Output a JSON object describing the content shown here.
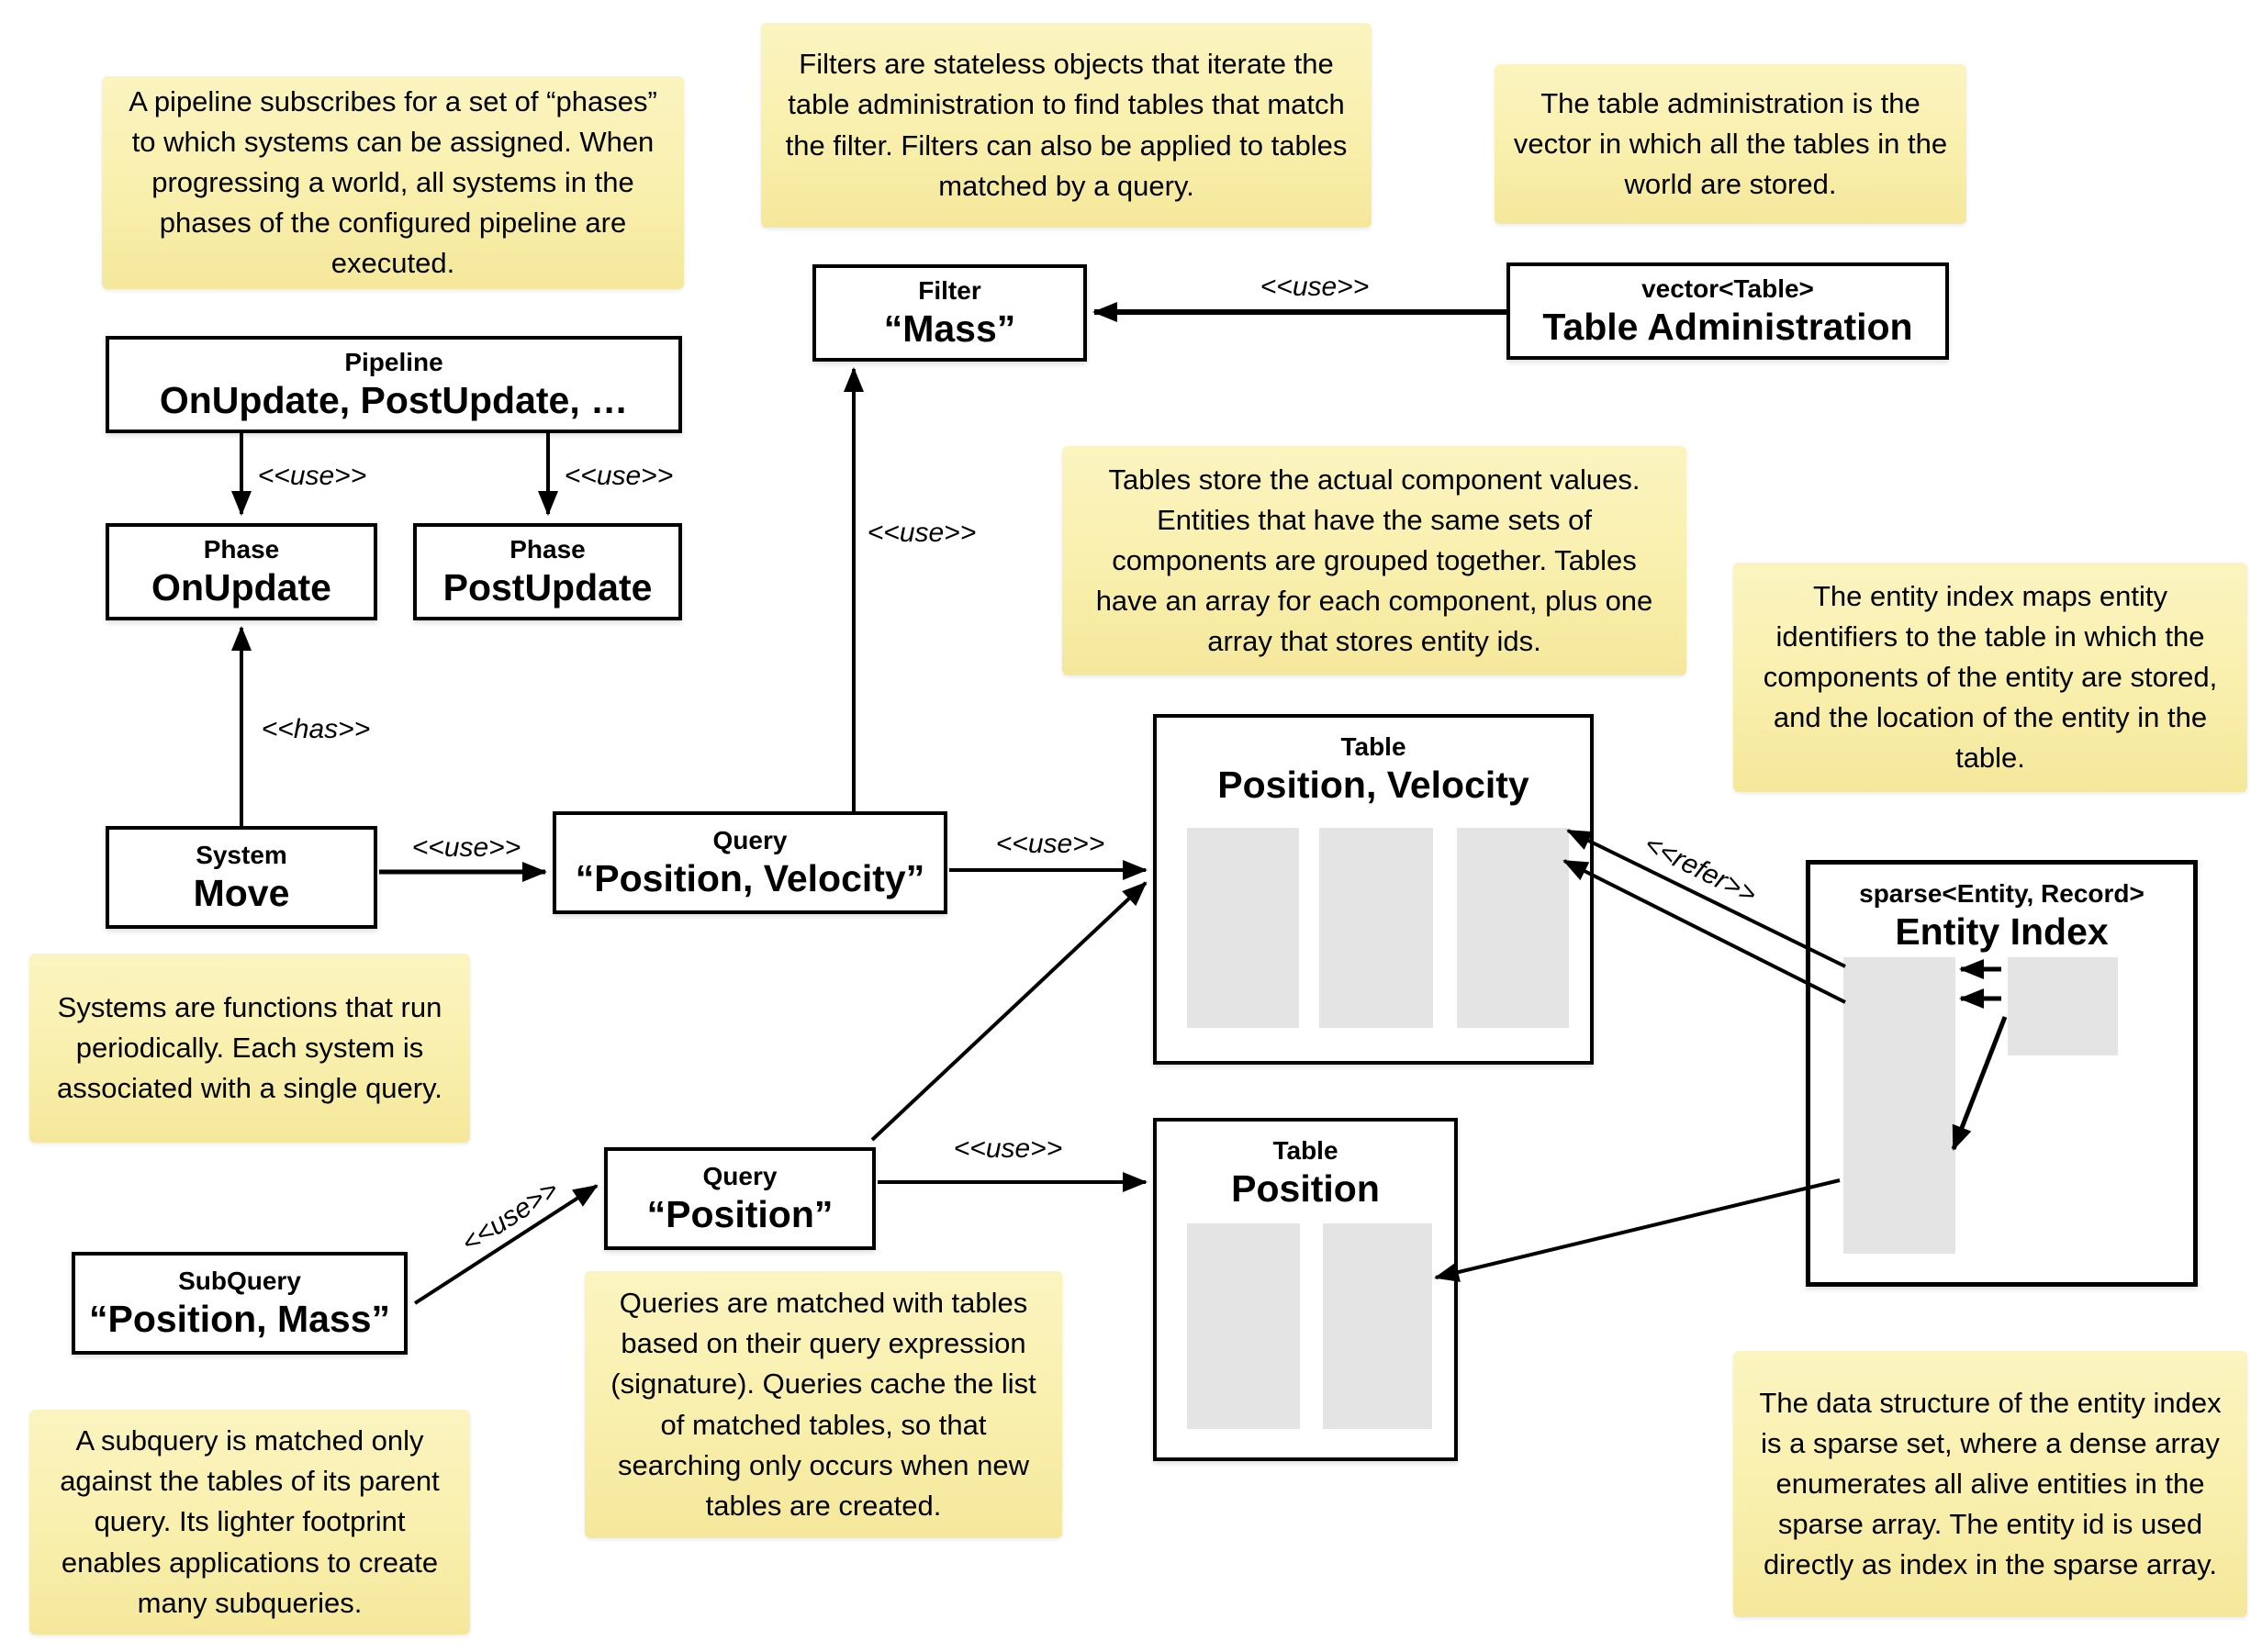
{
  "notes": {
    "pipeline": "A pipeline subscribes for a set of “phases” to which systems can be assigned. When progressing a world, all systems in the phases of the configured pipeline are executed.",
    "filters": "Filters are stateless objects that iterate the table administration to find tables that match the filter. Filters can also be applied to tables matched by a query.",
    "table_admin": "The table administration is the vector in which all the tables in the world are stored.",
    "tables": "Tables store the actual component values. Entities that have the same sets of components are grouped together. Tables have an array for each component, plus one array that stores entity ids.",
    "entity_index": "The entity index maps entity identifiers to the table in which the components of the entity are stored, and the location of the entity in the table.",
    "systems": "Systems are functions that run periodically. Each system is associated with a single query.",
    "queries": "Queries are matched with tables based on their query expression (signature). Queries cache the list of matched tables, so that searching only occurs when new tables are created.",
    "subquery": "A subquery is matched only against the tables of its parent query. Its lighter footprint enables applications to create many subqueries.",
    "sparse_set": "The data structure of the entity index is a sparse set, where a dense array enumerates all alive entities in the sparse array. The entity id is used directly as index in the sparse array."
  },
  "nodes": {
    "pipeline": {
      "type": "Pipeline",
      "name": "OnUpdate, PostUpdate, …"
    },
    "phase_onupdate": {
      "type": "Phase",
      "name": "OnUpdate"
    },
    "phase_postupdate": {
      "type": "Phase",
      "name": "PostUpdate"
    },
    "filter_mass": {
      "type": "Filter",
      "name": "“Mass”"
    },
    "table_admin": {
      "type": "vector<Table>",
      "name": "Table Administration"
    },
    "system_move": {
      "type": "System",
      "name": "Move"
    },
    "query_pos_vel": {
      "type": "Query",
      "name": "“Position, Velocity”"
    },
    "table_pos_vel": {
      "type": "Table",
      "name": "Position, Velocity"
    },
    "entity_index": {
      "type": "sparse<Entity, Record>",
      "name": "Entity Index"
    },
    "query_position": {
      "type": "Query",
      "name": "“Position”"
    },
    "table_position": {
      "type": "Table",
      "name": "Position"
    },
    "subquery": {
      "type": "SubQuery",
      "name": "“Position, Mass”"
    }
  },
  "edge_labels": {
    "use": "<<use>>",
    "has": "<<has>>",
    "refer": "<<refer>>"
  },
  "colors": {
    "note_bg": "#f9efad",
    "box_border": "#000000",
    "column_fill": "#e4e4e4",
    "arrow": "#000000"
  }
}
